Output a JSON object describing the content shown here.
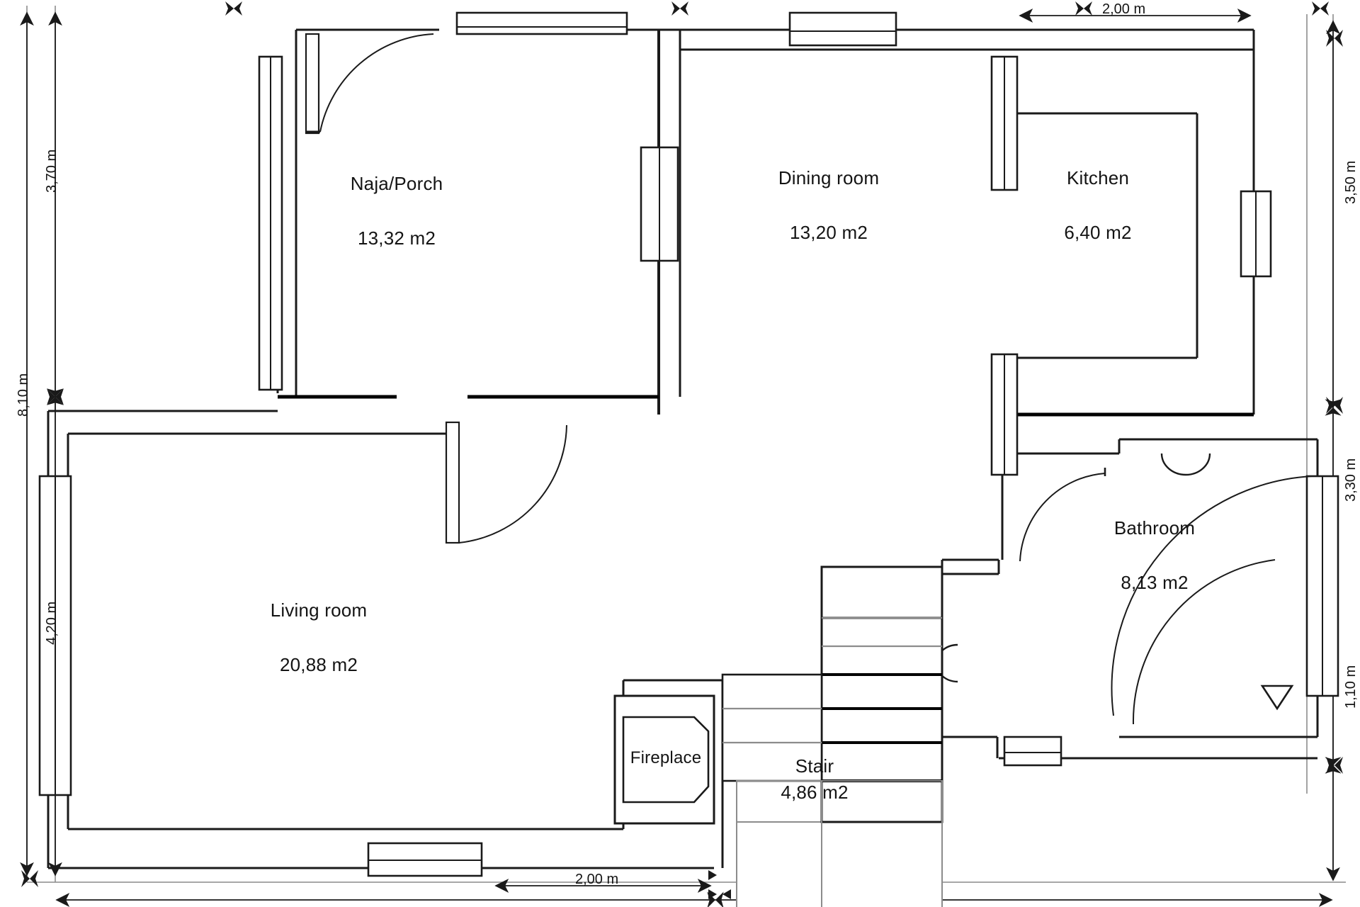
{
  "drawing": {
    "title": "Residential floor plan",
    "units": "m",
    "area_unit": "m2",
    "line_color": "#1a1a1a",
    "wall_color": "#000000",
    "dimension_color": "#555555",
    "background": "#ffffff"
  },
  "rooms": [
    {
      "id": "porch",
      "name": "Naja/Porch",
      "area": "13,32 m2"
    },
    {
      "id": "dining",
      "name": "Dining room",
      "area": "13,20 m2"
    },
    {
      "id": "kitchen",
      "name": "Kitchen",
      "area": "6,40 m2"
    },
    {
      "id": "living",
      "name": "Living room",
      "area": "20,88 m2"
    },
    {
      "id": "bathroom",
      "name": "Bathroom",
      "area": "8,13 m2"
    },
    {
      "id": "stair",
      "name": "Stair",
      "area": "4,86 m2"
    },
    {
      "id": "fireplace",
      "name": "Fireplace",
      "area": ""
    }
  ],
  "dimensions": {
    "top_right": "2,00 m",
    "left_upper": "3,70 m",
    "left_overall": "8,10 m",
    "left_lower": "4,20 m",
    "right_upper": "3,50 m",
    "right_middle": "3,30 m",
    "right_lower": "1,10 m",
    "bottom_left": "2,00 m"
  }
}
